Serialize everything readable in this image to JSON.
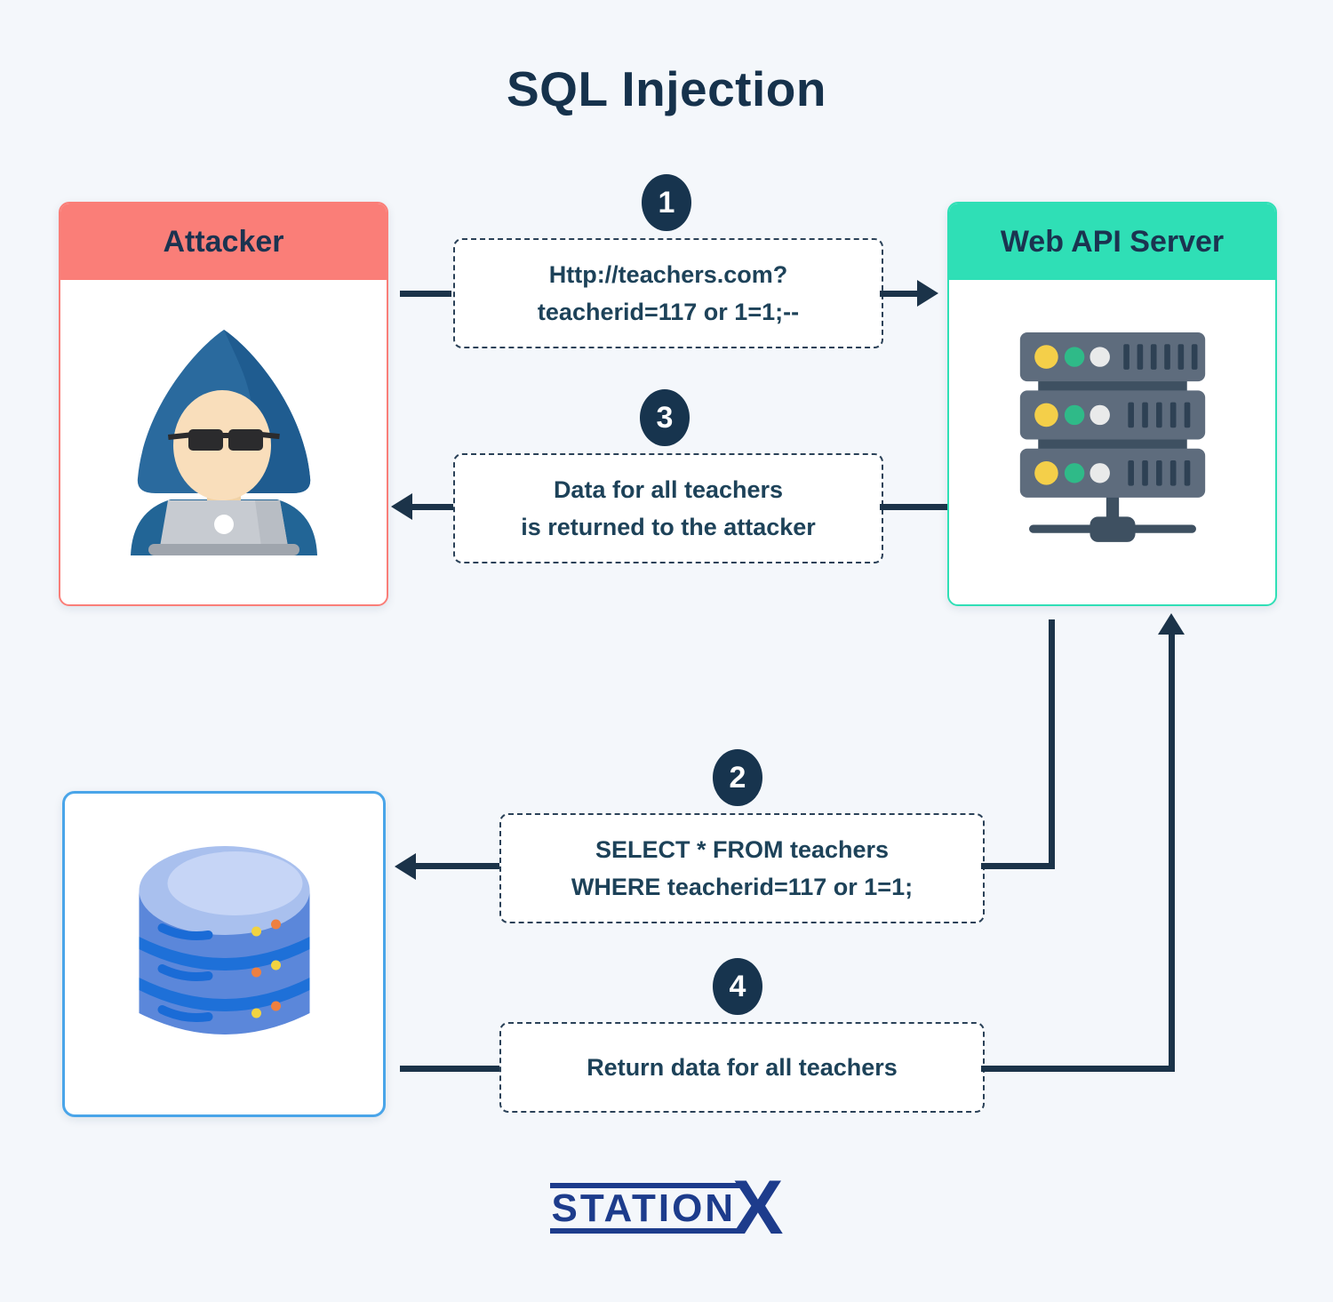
{
  "title": "SQL Injection",
  "nodes": {
    "attacker": {
      "label": "Attacker",
      "icon": "hacker-icon",
      "header_color": "#fa7e78"
    },
    "server": {
      "label": "Web API Server",
      "icon": "server-rack-icon",
      "header_color": "#2fdfb6"
    },
    "database": {
      "icon": "database-icon",
      "border_color": "#4aa5e9"
    }
  },
  "steps": [
    {
      "number": "1",
      "lines": [
        "Http://teachers.com?",
        "teacherid=117 or 1=1;--"
      ]
    },
    {
      "number": "2",
      "lines": [
        "SELECT * FROM teachers",
        "WHERE teacherid=117 or 1=1;"
      ]
    },
    {
      "number": "3",
      "lines": [
        "Data for all teachers",
        "is returned to the attacker"
      ]
    },
    {
      "number": "4",
      "lines": [
        "Return data for all teachers"
      ]
    }
  ],
  "logo": {
    "name": "STATION",
    "x": "X",
    "color": "#1d3c8c"
  },
  "colors": {
    "background": "#f4f7fb",
    "line_navy": "#1b3349",
    "text_navy": "#1d4259",
    "step_circle": "#17344e"
  }
}
